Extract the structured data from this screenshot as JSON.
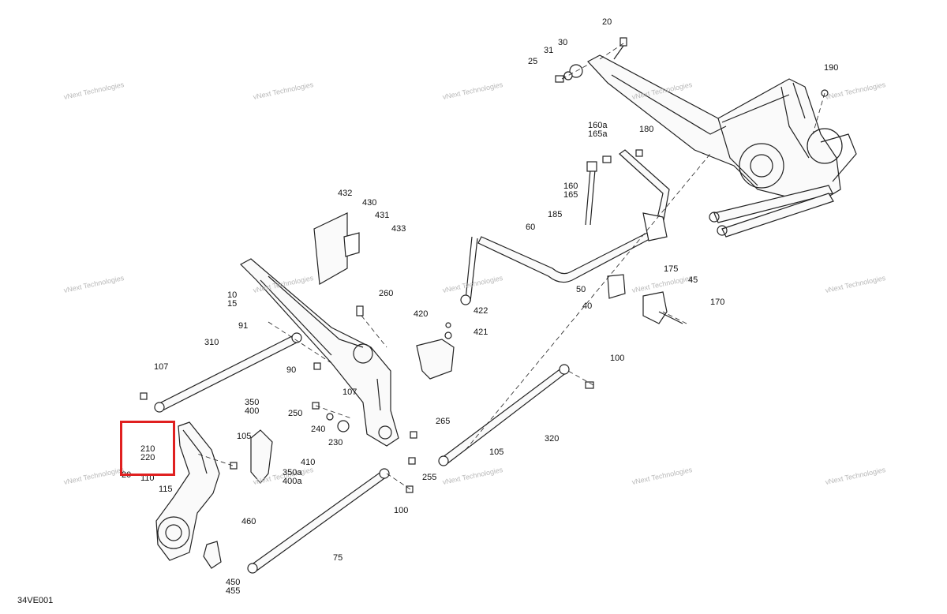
{
  "diagram": {
    "reference_code": "34VE001",
    "watermark": "vNext Technologies",
    "highlight_color": "#e02020",
    "part_numbers": {
      "p20": "20",
      "p30": "30",
      "p31": "31",
      "p25": "25",
      "p190": "190",
      "p160a": "160a",
      "p165a": "165a",
      "p180": "180",
      "p160": "160",
      "p165": "165",
      "p185": "185",
      "p60": "60",
      "p432": "432",
      "p430": "430",
      "p431": "431",
      "p433": "433",
      "p10": "10",
      "p15": "15",
      "p260": "260",
      "p91": "91",
      "p175": "175",
      "p45": "45",
      "p50": "50",
      "p40": "40",
      "p170": "170",
      "p420": "420",
      "p422": "422",
      "p421": "421",
      "p310": "310",
      "p107a": "107",
      "p90": "90",
      "p100a": "100",
      "p350": "350",
      "p400": "400",
      "p107b": "107",
      "p250": "250",
      "p240": "240",
      "p230": "230",
      "p265": "265",
      "p320": "320",
      "p210": "210",
      "p220": "220",
      "p105a": "105",
      "p410": "410",
      "p350a": "350a",
      "p400a": "400a",
      "p105b": "105",
      "p255": "255",
      "p110": "110",
      "p115": "115",
      "p100b": "100",
      "p460": "460",
      "p75": "75",
      "p450": "450",
      "p455": "455",
      "p120": "20"
    }
  }
}
